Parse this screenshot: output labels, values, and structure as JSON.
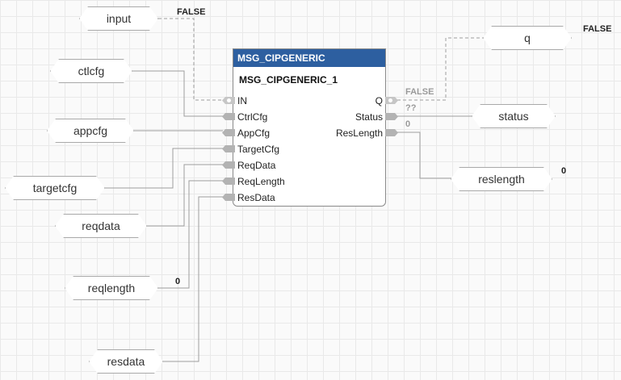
{
  "block": {
    "type": "MSG_CIPGENERIC",
    "instance": "MSG_CIPGENERIC_1",
    "header_color": "#2d5fa0",
    "inputs": [
      "IN",
      "CtrlCfg",
      "AppCfg",
      "TargetCfg",
      "ReqData",
      "ReqLength",
      "ResData"
    ],
    "outputs": [
      "Q",
      "Status",
      "ResLength"
    ]
  },
  "variables": {
    "input": "input",
    "ctlcfg": "ctlcfg",
    "appcfg": "appcfg",
    "targetcfg": "targetcfg",
    "reqdata": "reqdata",
    "reqlength": "reqlength",
    "resdata": "resdata",
    "q": "q",
    "status": "status",
    "reslength": "reslength"
  },
  "values": {
    "input_value": "FALSE",
    "q_value": "FALSE",
    "q_pin_value": "FALSE",
    "status_pin_value": "??",
    "reslength_pin_value": "0",
    "reslength_value": "0",
    "reqlength_value": "0"
  },
  "colors": {
    "wire": "#9d9d9d",
    "pin": "#b3b3b3",
    "accent": "#2d5fa0"
  }
}
